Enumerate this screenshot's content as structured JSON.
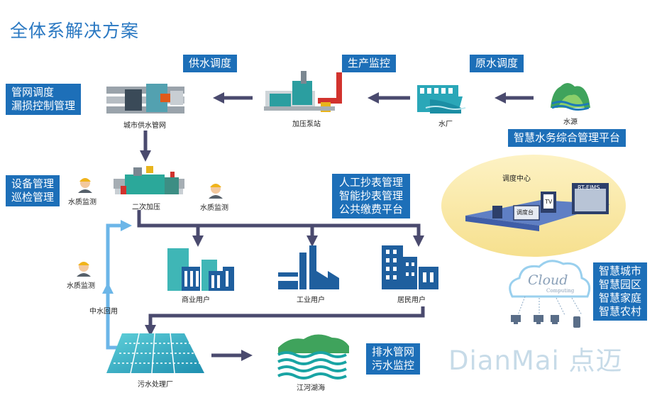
{
  "title": "全体系解决方案",
  "badges": {
    "supply": "供水调度",
    "production": "生产监控",
    "raw": "原水调度",
    "network": [
      "管网调度",
      "漏损控制管理"
    ],
    "equipment": [
      "设备管理",
      "巡检管理"
    ],
    "platform": "智慧水务综合管理平台",
    "meter": [
      "人工抄表管理",
      "智能抄表管理",
      "公共缴费平台"
    ],
    "smart": [
      "智慧城市",
      "智慧园区",
      "智慧家庭",
      "智慧农村"
    ],
    "drain": [
      "排水管网",
      "污水监控"
    ]
  },
  "nodes": {
    "city": "城市供水管网",
    "pump": "加压泵站",
    "plant": "水厂",
    "source": "水源",
    "secondary": "二次加压",
    "commercial": "商业用户",
    "industrial": "工业用户",
    "residential": "居民用户",
    "sewage": "污水处理厂",
    "river": "江河湖海",
    "dispatch": "调度中心",
    "quality1": "水质监测",
    "quality2": "水质监测",
    "quality3": "水质监测",
    "reuse": "中水回用"
  },
  "control_room": {
    "desk": "调度台",
    "tv": "TV",
    "server": "RT-EIMS"
  },
  "cloud": {
    "word": "Cloud",
    "sub": "Computing"
  },
  "watermark": "DianMai 点迈",
  "colors": {
    "accent": "#1d6fb8",
    "arrow": "#4a4a6e",
    "reuse_arrow": "#6cb6e8",
    "building": "#1f5f9e",
    "teal": "#2aa7b8"
  },
  "icons": [
    "worker-icon",
    "cloud-icon",
    "computer-icon",
    "phone-icon"
  ]
}
